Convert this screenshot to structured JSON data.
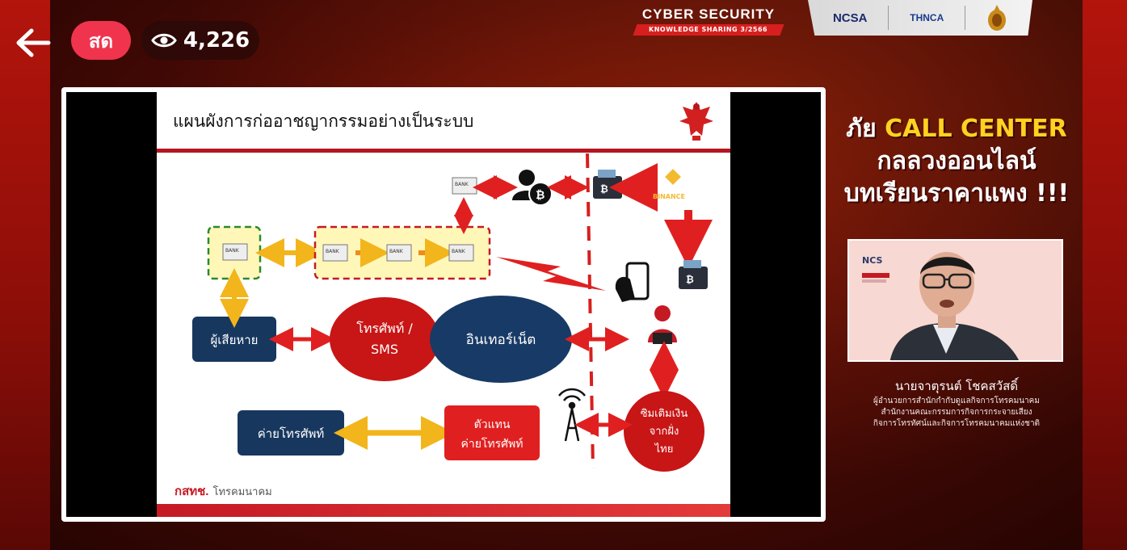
{
  "live_label": "สด",
  "viewer_count": "4,226",
  "header": {
    "event_title": "CYBER SECURITY",
    "event_subtitle": "KNOWLEDGE SHARING 3/2566",
    "logos": [
      "NCSA",
      "THNCA"
    ]
  },
  "slide": {
    "title": "แผนผังการก่ออาชญากรรมอย่างเป็นระบบ",
    "nodes": {
      "victim": "ผู้เสียหาย",
      "phone_sms_1": "โทรศัพท์ /",
      "phone_sms_2": "SMS",
      "internet": "อินเทอร์เน็ต",
      "telco": "ค่ายโทรศัพท์",
      "agent_1": "ตัวแทน",
      "agent_2": "ค่ายโทรศัพท์",
      "sim_1": "ซิมเติมเงิน",
      "sim_2": "จากฝั่ง",
      "sim_3": "ไทย",
      "bank_label": "BANK",
      "binance": "BINANCE"
    },
    "footer_logo": "กสทช.",
    "footer_text": "โทรคมนาคม"
  },
  "headline": {
    "line1_a": "ภัย",
    "line1_b": "CALL CENTER",
    "line2": "กลลวงออนไลน์",
    "line3": "บทเรียนราคาแพง !!!"
  },
  "speaker": {
    "name": "นายจาตุรนต์ โชคสวัสดิ์",
    "role_line1": "ผู้อำนวยการสำนักกำกับดูแลกิจการโทรคมนาคม",
    "role_line2": "สำนักงานคณะกรรมการกิจการกระจายเสียง",
    "role_line3": "กิจการโทรทัศน์และกิจการโทรคมนาคมแห่งชาติ"
  },
  "colors": {
    "live_badge": "#f0344d",
    "accent_yellow": "#ffd21f",
    "node_red": "#d71f1f",
    "node_navy": "#17375e"
  }
}
